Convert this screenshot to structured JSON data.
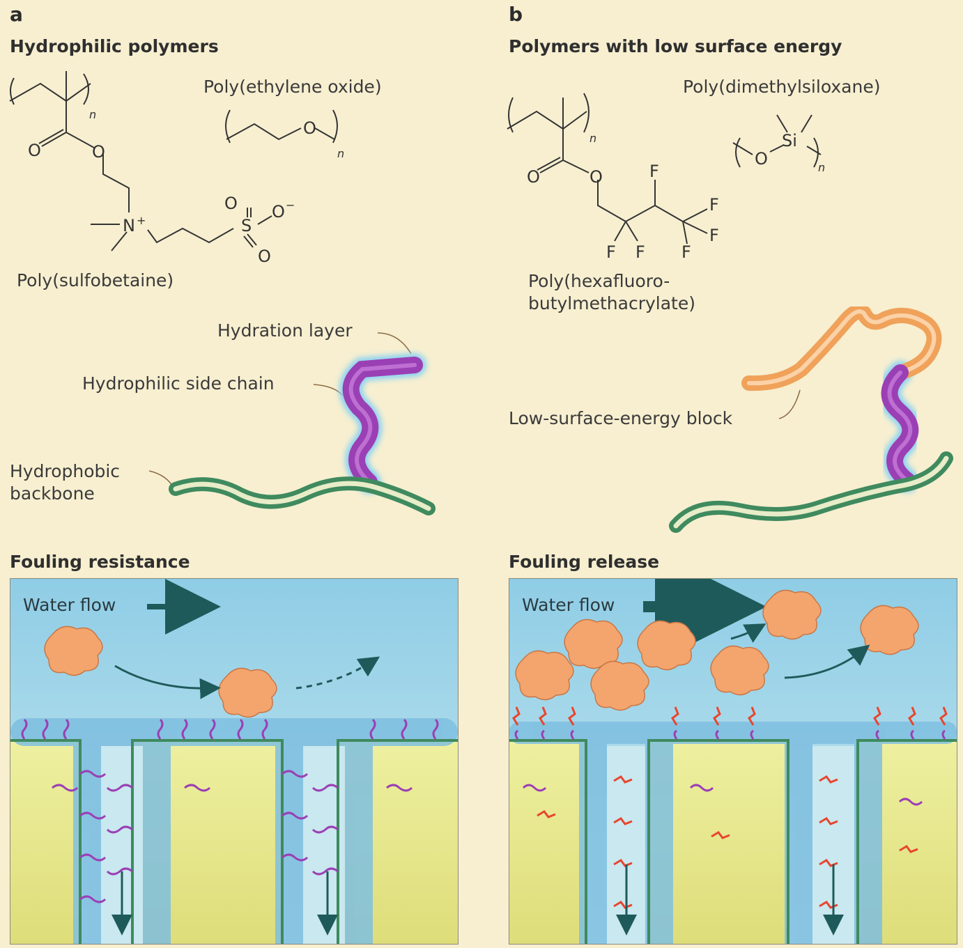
{
  "panels": {
    "a": {
      "letter": "a",
      "title": "Hydrophilic polymers",
      "peo_name": "Poly(ethylene oxide)",
      "sulfobetaine_name": "Poly(sulfobetaine)",
      "labels": {
        "hydration_layer": "Hydration layer",
        "hydrophilic_side_chain": "Hydrophilic side chain",
        "hydrophobic_backbone_line1": "Hydrophobic",
        "hydrophobic_backbone_line2": "backbone"
      },
      "mechanism_title": "Fouling resistance",
      "water_flow": "Water flow"
    },
    "b": {
      "letter": "b",
      "title": "Polymers with low surface energy",
      "pdms_name": "Poly(dimethylsiloxane)",
      "phfbma_name": "Poly(hexafluoro-butylmethacrylate)",
      "labels": {
        "low_surface_energy_block": "Low-surface-energy block"
      },
      "mechanism_title": "Fouling release",
      "water_flow": "Water flow"
    }
  },
  "chem_atoms": {
    "O": "O",
    "N_plus": "N",
    "plus": "+",
    "S": "S",
    "O_minus": "O",
    "minus": "−",
    "F": "F",
    "Si": "Si",
    "n": "n"
  },
  "colors": {
    "background": "#f7efd0",
    "water": "#9fd3e8",
    "substrate": "#e6e48a",
    "hydrophilic_chain": "#9b3fb5",
    "backbone": "#3f8a5e",
    "low_energy_block": "#f0a25a",
    "fluoro_chain": "#e8452e",
    "foulant": "#f4a56e",
    "arrow": "#1f5a5a"
  }
}
